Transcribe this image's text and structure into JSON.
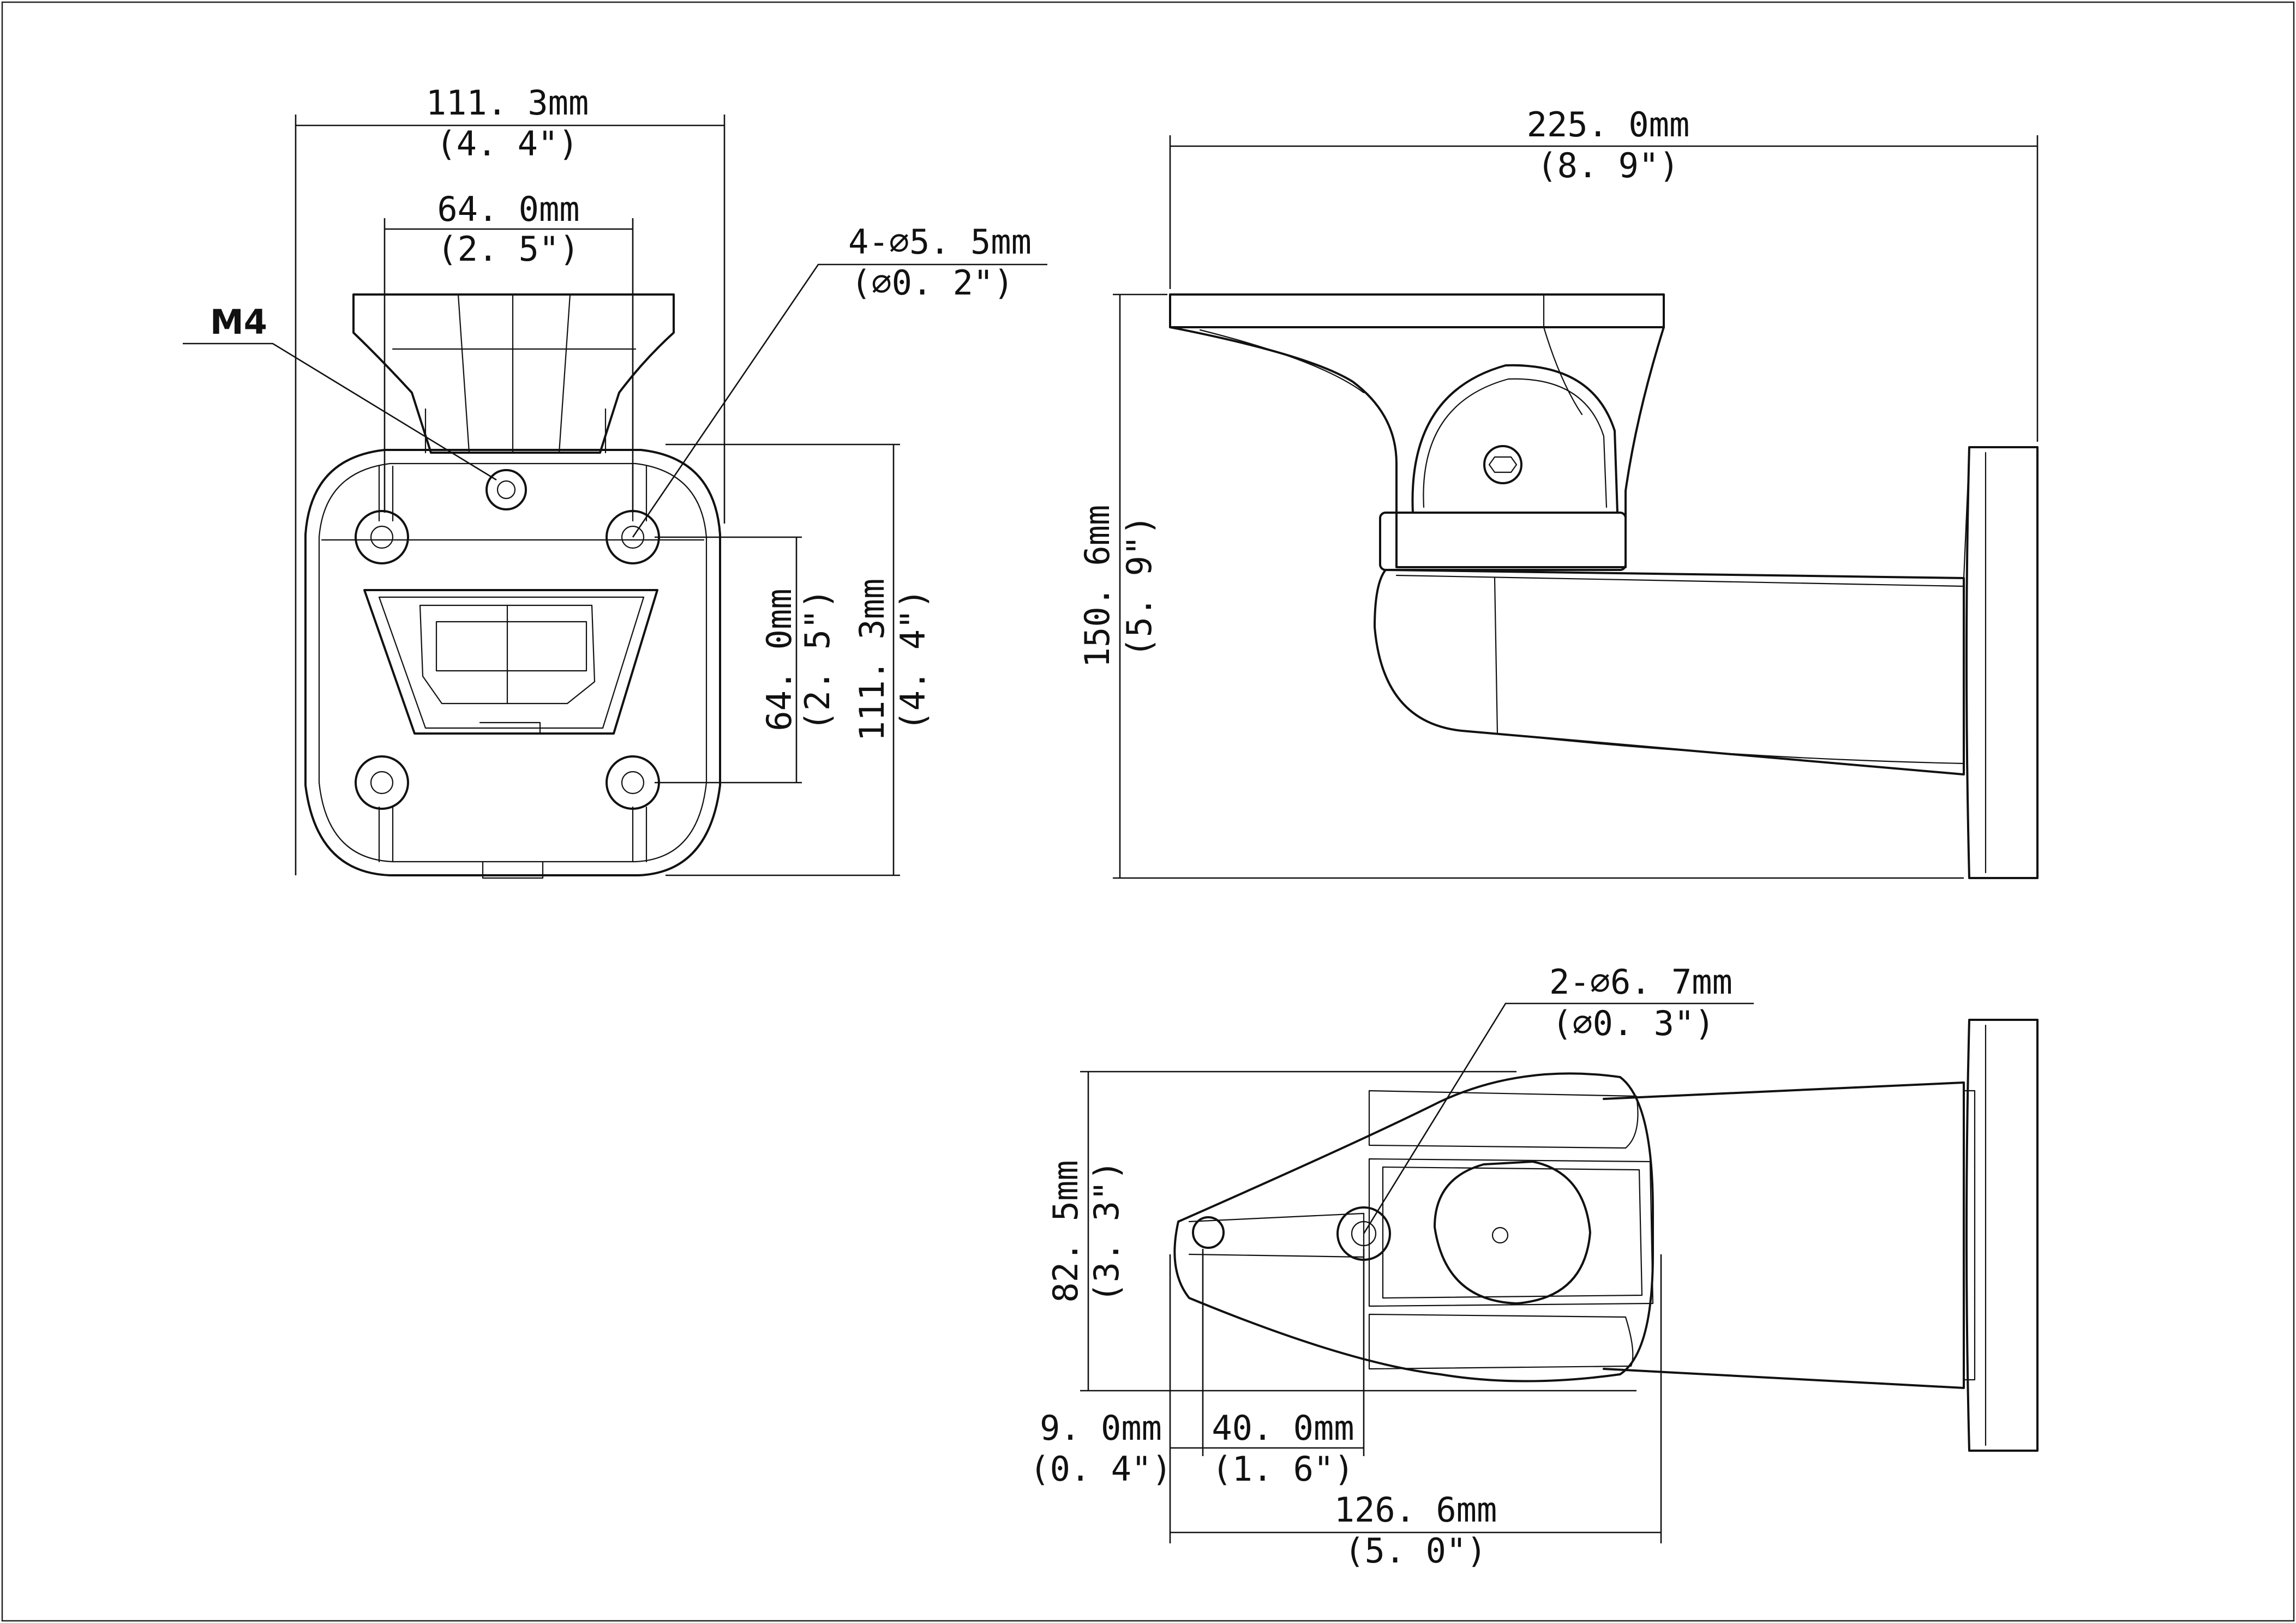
{
  "front_view": {
    "width_overall": "111. 3mm",
    "width_overall_in": "(4. 4\")",
    "hole_spacing": "64. 0mm",
    "hole_spacing_in": "(2. 5\")",
    "thread_label": "M4",
    "hole_spec": "4-∅5. 5mm",
    "hole_spec_in": "(∅0. 2\")",
    "height_hole_spacing": "64. 0mm",
    "height_hole_spacing_in": "(2. 5\")",
    "height_overall": "111. 3mm",
    "height_overall_in": "(4. 4\")"
  },
  "side_view": {
    "length": "225. 0mm",
    "length_in": "(8. 9\")",
    "height": "150. 6mm",
    "height_in": "(5. 9\")"
  },
  "bottom_view": {
    "hole_spec": "2-∅6. 7mm",
    "hole_spec_in": "(∅0. 3\")",
    "width": "82. 5mm",
    "width_in": "(3. 3\")",
    "edge_offset": "9. 0mm",
    "edge_offset_in": "(0. 4\")",
    "hole_spacing": "40. 0mm",
    "hole_spacing_in": "(1. 6\")",
    "depth": "126. 6mm",
    "depth_in": "(5. 0\")"
  }
}
